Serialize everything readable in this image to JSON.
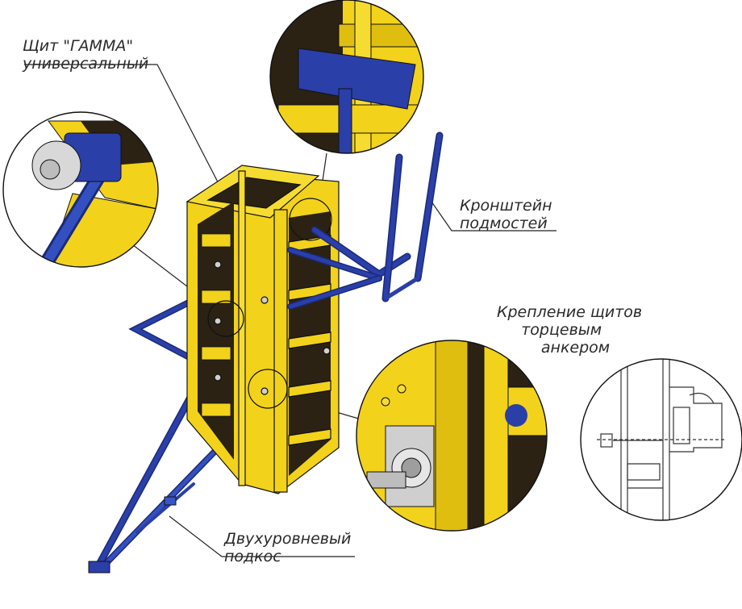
{
  "labels": {
    "panel": {
      "line1": "Щит  \"ГАММА\"",
      "line2": "универсальный"
    },
    "bracket": {
      "line1": "Кронштейн",
      "line2": "подмостей"
    },
    "anchor": {
      "line1": "Крепление  щитов",
      "line2": "торцевым",
      "line3": "анкером"
    },
    "brace": {
      "line1": "Двухуровневый",
      "line2": "подкос"
    }
  },
  "colors": {
    "panel_yellow": "#f2d21b",
    "panel_yellow_dark": "#c9a90c",
    "steel_blue": "#2a3fa8",
    "steel_blue_dark": "#1b2a78",
    "plywood_dark": "#2b2214",
    "outline": "#111111"
  }
}
